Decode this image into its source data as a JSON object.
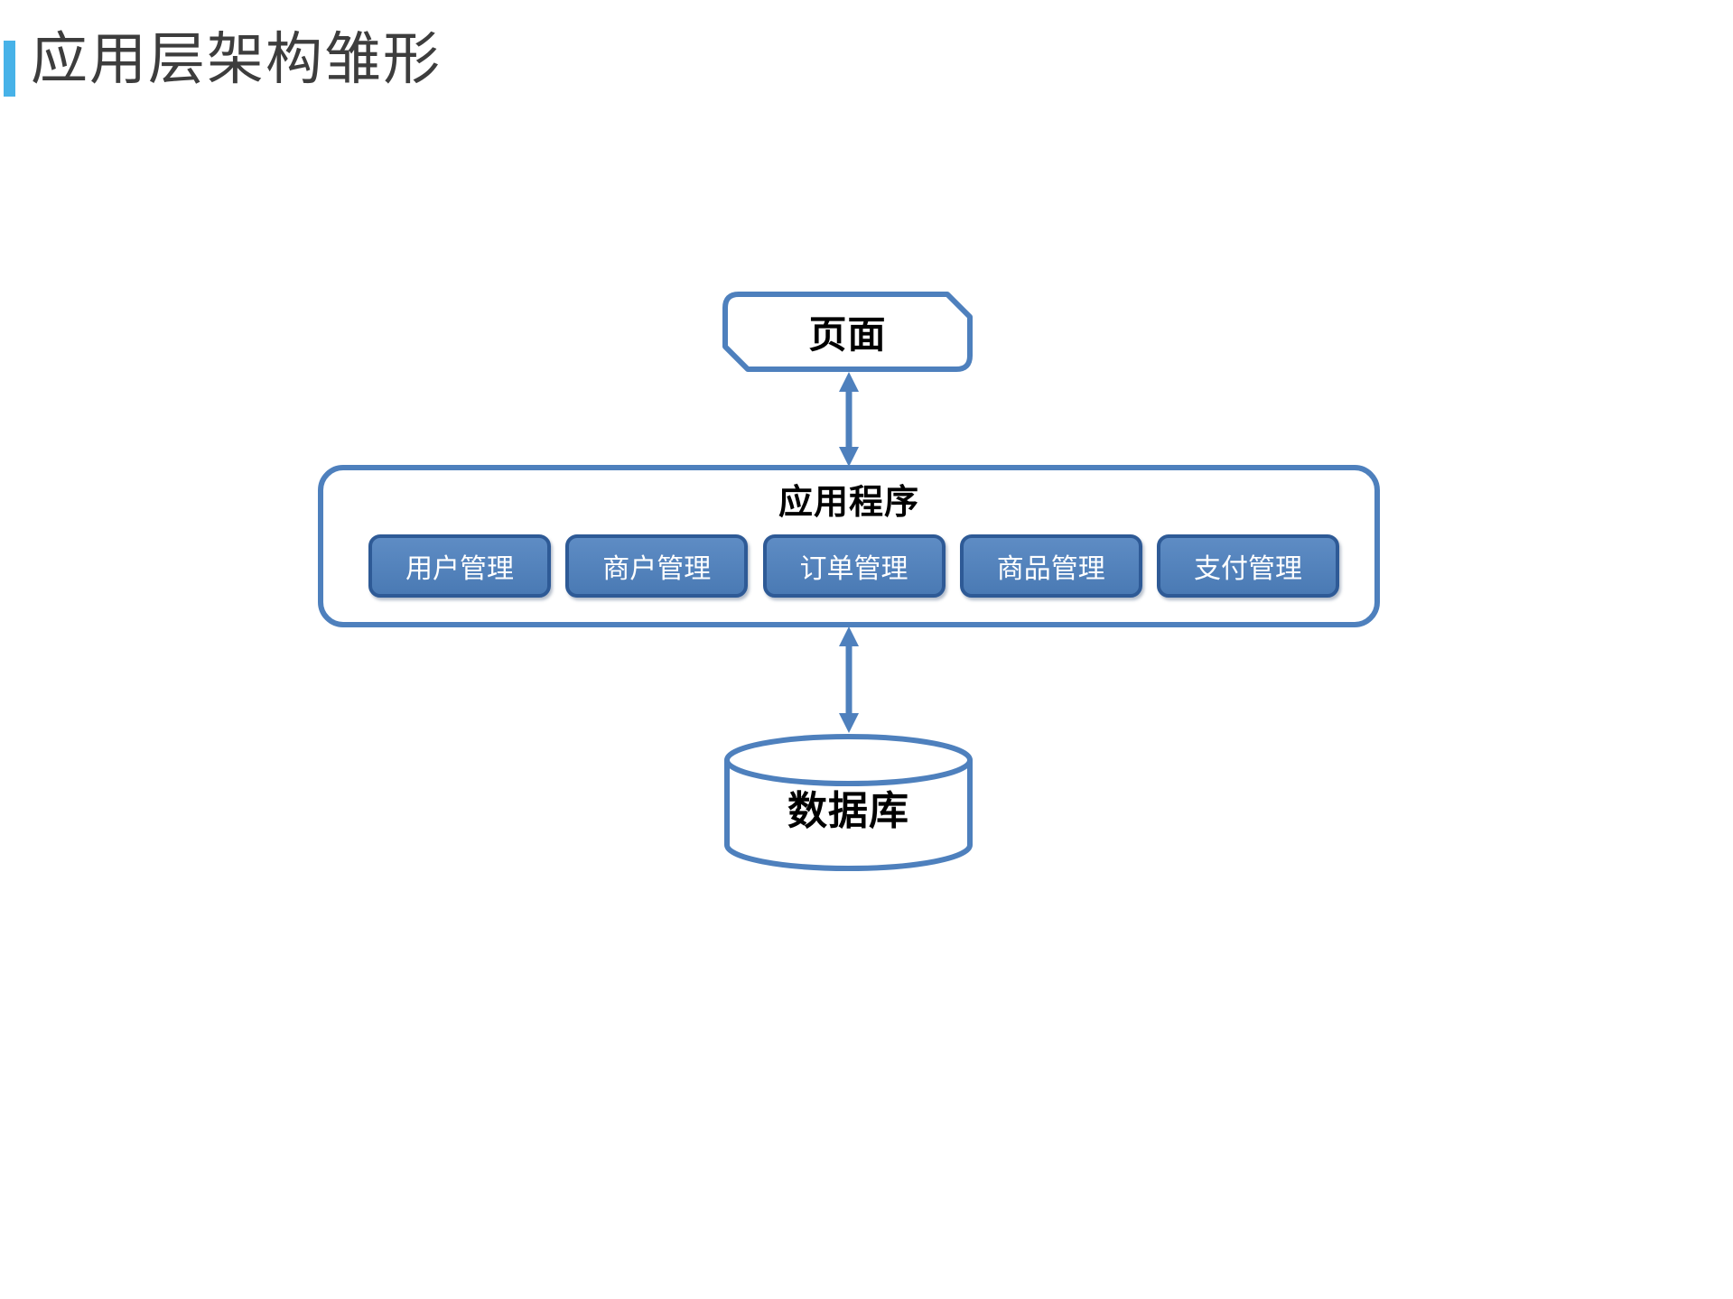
{
  "slide": {
    "title": "应用层架构雏形"
  },
  "colors": {
    "accent_bar": "#47b2e8",
    "title_text": "#3d3d3d",
    "outline_blue": "#4e80bd",
    "module_fill_top": "#5e8cc4",
    "module_fill_bottom": "#4a7ab4",
    "module_border": "#2e5a96",
    "module_text": "#ffffff",
    "node_text": "#000000"
  },
  "diagram": {
    "page_node": {
      "label": "页面"
    },
    "app_container": {
      "title": "应用程序",
      "modules": [
        {
          "label": "用户管理"
        },
        {
          "label": "商户管理"
        },
        {
          "label": "订单管理"
        },
        {
          "label": "商品管理"
        },
        {
          "label": "支付管理"
        }
      ]
    },
    "database": {
      "label": "数据库"
    },
    "connections": [
      {
        "from": "页面",
        "to": "应用程序",
        "type": "bidirectional-arrow"
      },
      {
        "from": "应用程序",
        "to": "数据库",
        "type": "bidirectional-arrow"
      }
    ]
  }
}
